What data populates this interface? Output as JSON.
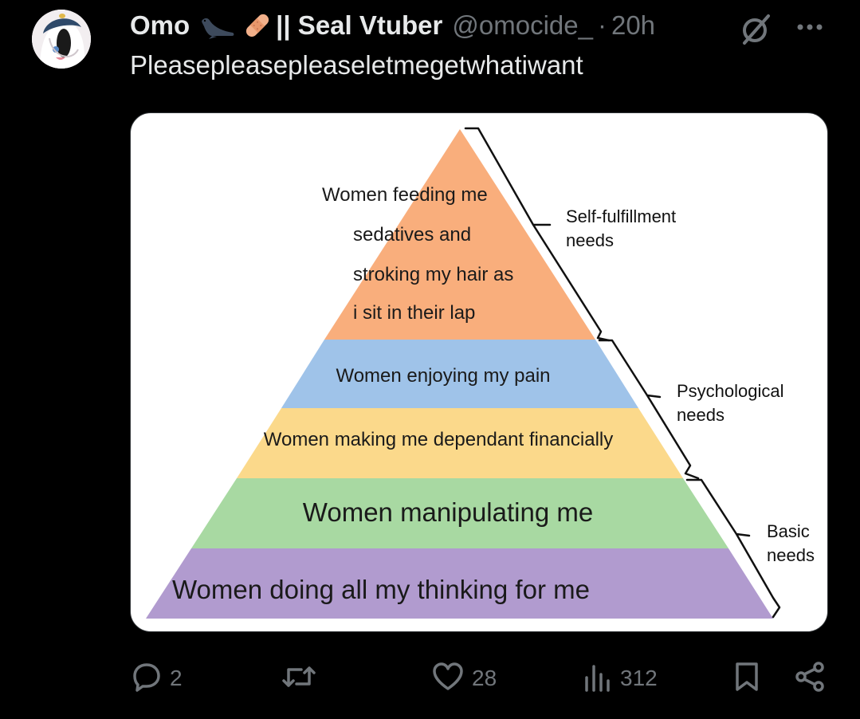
{
  "tweet": {
    "author_name": "Omo",
    "author_suffix": "|| Seal Vtuber",
    "handle": "@omocide_",
    "separator": "·",
    "time": "20h",
    "text": "Pleasepleasepleaseletmegetwhatiwant"
  },
  "meme": {
    "levels": {
      "top": [
        "Women feeding me",
        "sedatives and",
        "stroking my hair as",
        "i sit in their lap"
      ],
      "second": "Women enjoying my pain",
      "third": "Women making me dependant financially",
      "fourth": "Women manipulating me",
      "bottom": "Women doing all my thinking for me"
    },
    "brackets": {
      "self_fulfillment": [
        "Self-fulfillment",
        "needs"
      ],
      "psychological": [
        "Psychological",
        "needs"
      ],
      "basic": [
        "Basic",
        "needs"
      ]
    },
    "colors": {
      "top": "#f9ae7c",
      "second": "#9fc3e9",
      "third": "#fbd98b",
      "fourth": "#a8d9a2",
      "bottom": "#b19bcf"
    }
  },
  "actions": {
    "reply_count": "2",
    "retweet_count": "",
    "like_count": "28",
    "views_count": "312"
  },
  "icons": [
    "reply-icon",
    "retweet-icon",
    "like-icon",
    "views-icon",
    "bookmark-icon",
    "share-icon",
    "grok-icon",
    "more-icon",
    "seal-emoji-icon",
    "bandage-emoji-icon"
  ]
}
